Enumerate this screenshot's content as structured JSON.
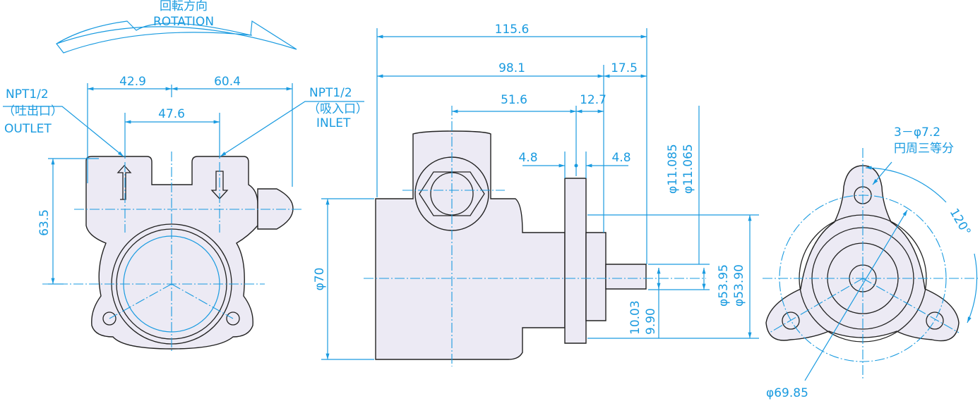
{
  "rotation": {
    "jp": "回転方向",
    "en": "ROTATION"
  },
  "outlet": {
    "spec": "NPT1/2",
    "jp": "（吐出口）",
    "en": "OUTLET"
  },
  "inlet": {
    "spec": "NPT1/2",
    "jp": "（吸入口）",
    "en": "INLET"
  },
  "front_dims": {
    "left_width": "42.9",
    "right_width": "60.4",
    "port_spacing": "47.6",
    "height": "63.5"
  },
  "side_dims": {
    "overall": "115.6",
    "to_flange": "98.1",
    "shaft": "17.5",
    "port_to_flange": "51.6",
    "pilot": "12.7",
    "flange_thk": "4.8",
    "pilot_thk": "4.8",
    "body_dia": "φ70",
    "shaft_dia_max": "φ11.085",
    "shaft_dia_min": "φ11.065",
    "pilot_dia_max": "φ53.95",
    "pilot_dia_min": "φ53.90",
    "key_max": "10.03",
    "key_min": "9.90"
  },
  "flange_view": {
    "holes": "3－φ7.2",
    "holes_note": "円周三等分",
    "angle": "120°",
    "pcd": "φ69.85"
  },
  "colors": {
    "dimension": "#1a9be0",
    "part_fill": "#eceaf4",
    "outline": "#222222"
  }
}
